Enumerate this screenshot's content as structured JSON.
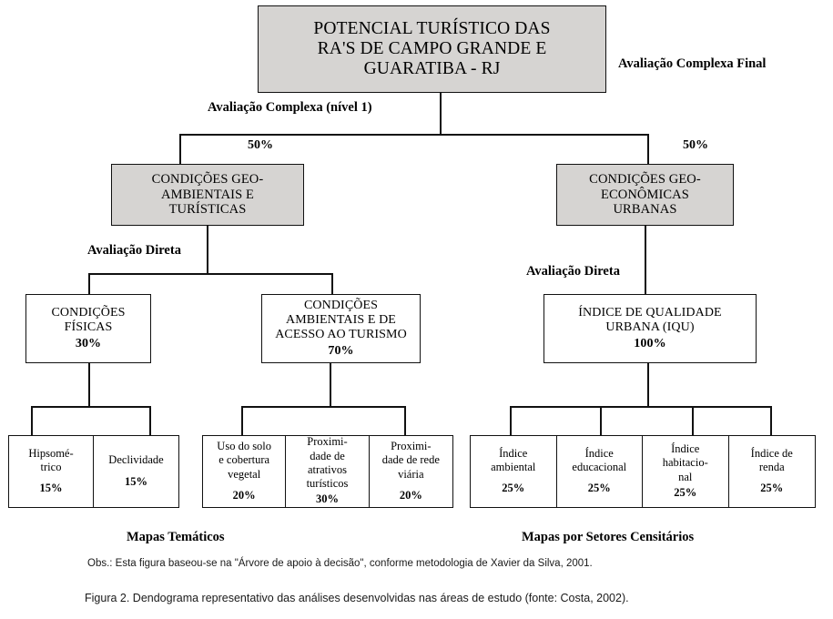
{
  "diagram": {
    "type": "dendrogram",
    "root": {
      "title": "POTENCIAL TURÍSTICO DAS\nRA'S DE CAMPO GRANDE E\nGUARATIBA - RJ",
      "side_label": "Avaliação Complexa Final"
    },
    "level1_label": "Avaliação Complexa (nível 1)",
    "level2": [
      {
        "title": "CONDIÇÕES GEO-\nAMBIENTAIS  E\nTURÍSTICAS",
        "weight": "50%",
        "method_label": "Avaliação Direta"
      },
      {
        "title": "CONDIÇÕES GEO-\nECONÔMICAS\nURBANAS",
        "weight": "50%",
        "method_label": "Avaliação Direta"
      }
    ],
    "level3": [
      {
        "title": "CONDIÇÕES\nFÍSICAS",
        "weight": "30%"
      },
      {
        "title": "CONDIÇÕES\nAMBIENTAIS E DE\nACESSO AO TURISMO",
        "weight": "70%"
      },
      {
        "title": "ÍNDICE DE QUALIDADE\nURBANA (IQU)",
        "weight": "100%"
      }
    ],
    "leaves_physical": [
      {
        "title": "Hipsomé-\ntrico",
        "weight": "15%"
      },
      {
        "title": "Declividade",
        "weight": "15%"
      }
    ],
    "leaves_environmental": [
      {
        "title": "Uso do solo\ne cobertura\nvegetal",
        "weight": "20%"
      },
      {
        "title": "Proximi-\ndade de\natrativos\nturísticos",
        "weight": "30%"
      },
      {
        "title": "Proximi-\ndade de rede\nviária",
        "weight": "20%"
      }
    ],
    "leaves_urban": [
      {
        "title": "Índice\nambiental",
        "weight": "25%"
      },
      {
        "title": "Índice\neducacional",
        "weight": "25%"
      },
      {
        "title": "Índice\nhabitacio-\nnal",
        "weight": "25%"
      },
      {
        "title": "Índice de\nrenda",
        "weight": "25%"
      }
    ],
    "footer_labels": {
      "left": "Mapas Temáticos",
      "right": "Mapas por Setores Censitários"
    },
    "notes": {
      "obs": "Obs.: Esta figura baseou-se na \"Árvore de apoio à decisão\", conforme metodologia de Xavier da Silva, 2001.",
      "figure": "Figura 2. Dendograma representativo das análises desenvolvidas nas áreas de estudo (fonte: Costa, 2002)."
    },
    "colors": {
      "line": "#111111",
      "shaded_box": "#d6d4d2",
      "background": "#ffffff"
    }
  }
}
